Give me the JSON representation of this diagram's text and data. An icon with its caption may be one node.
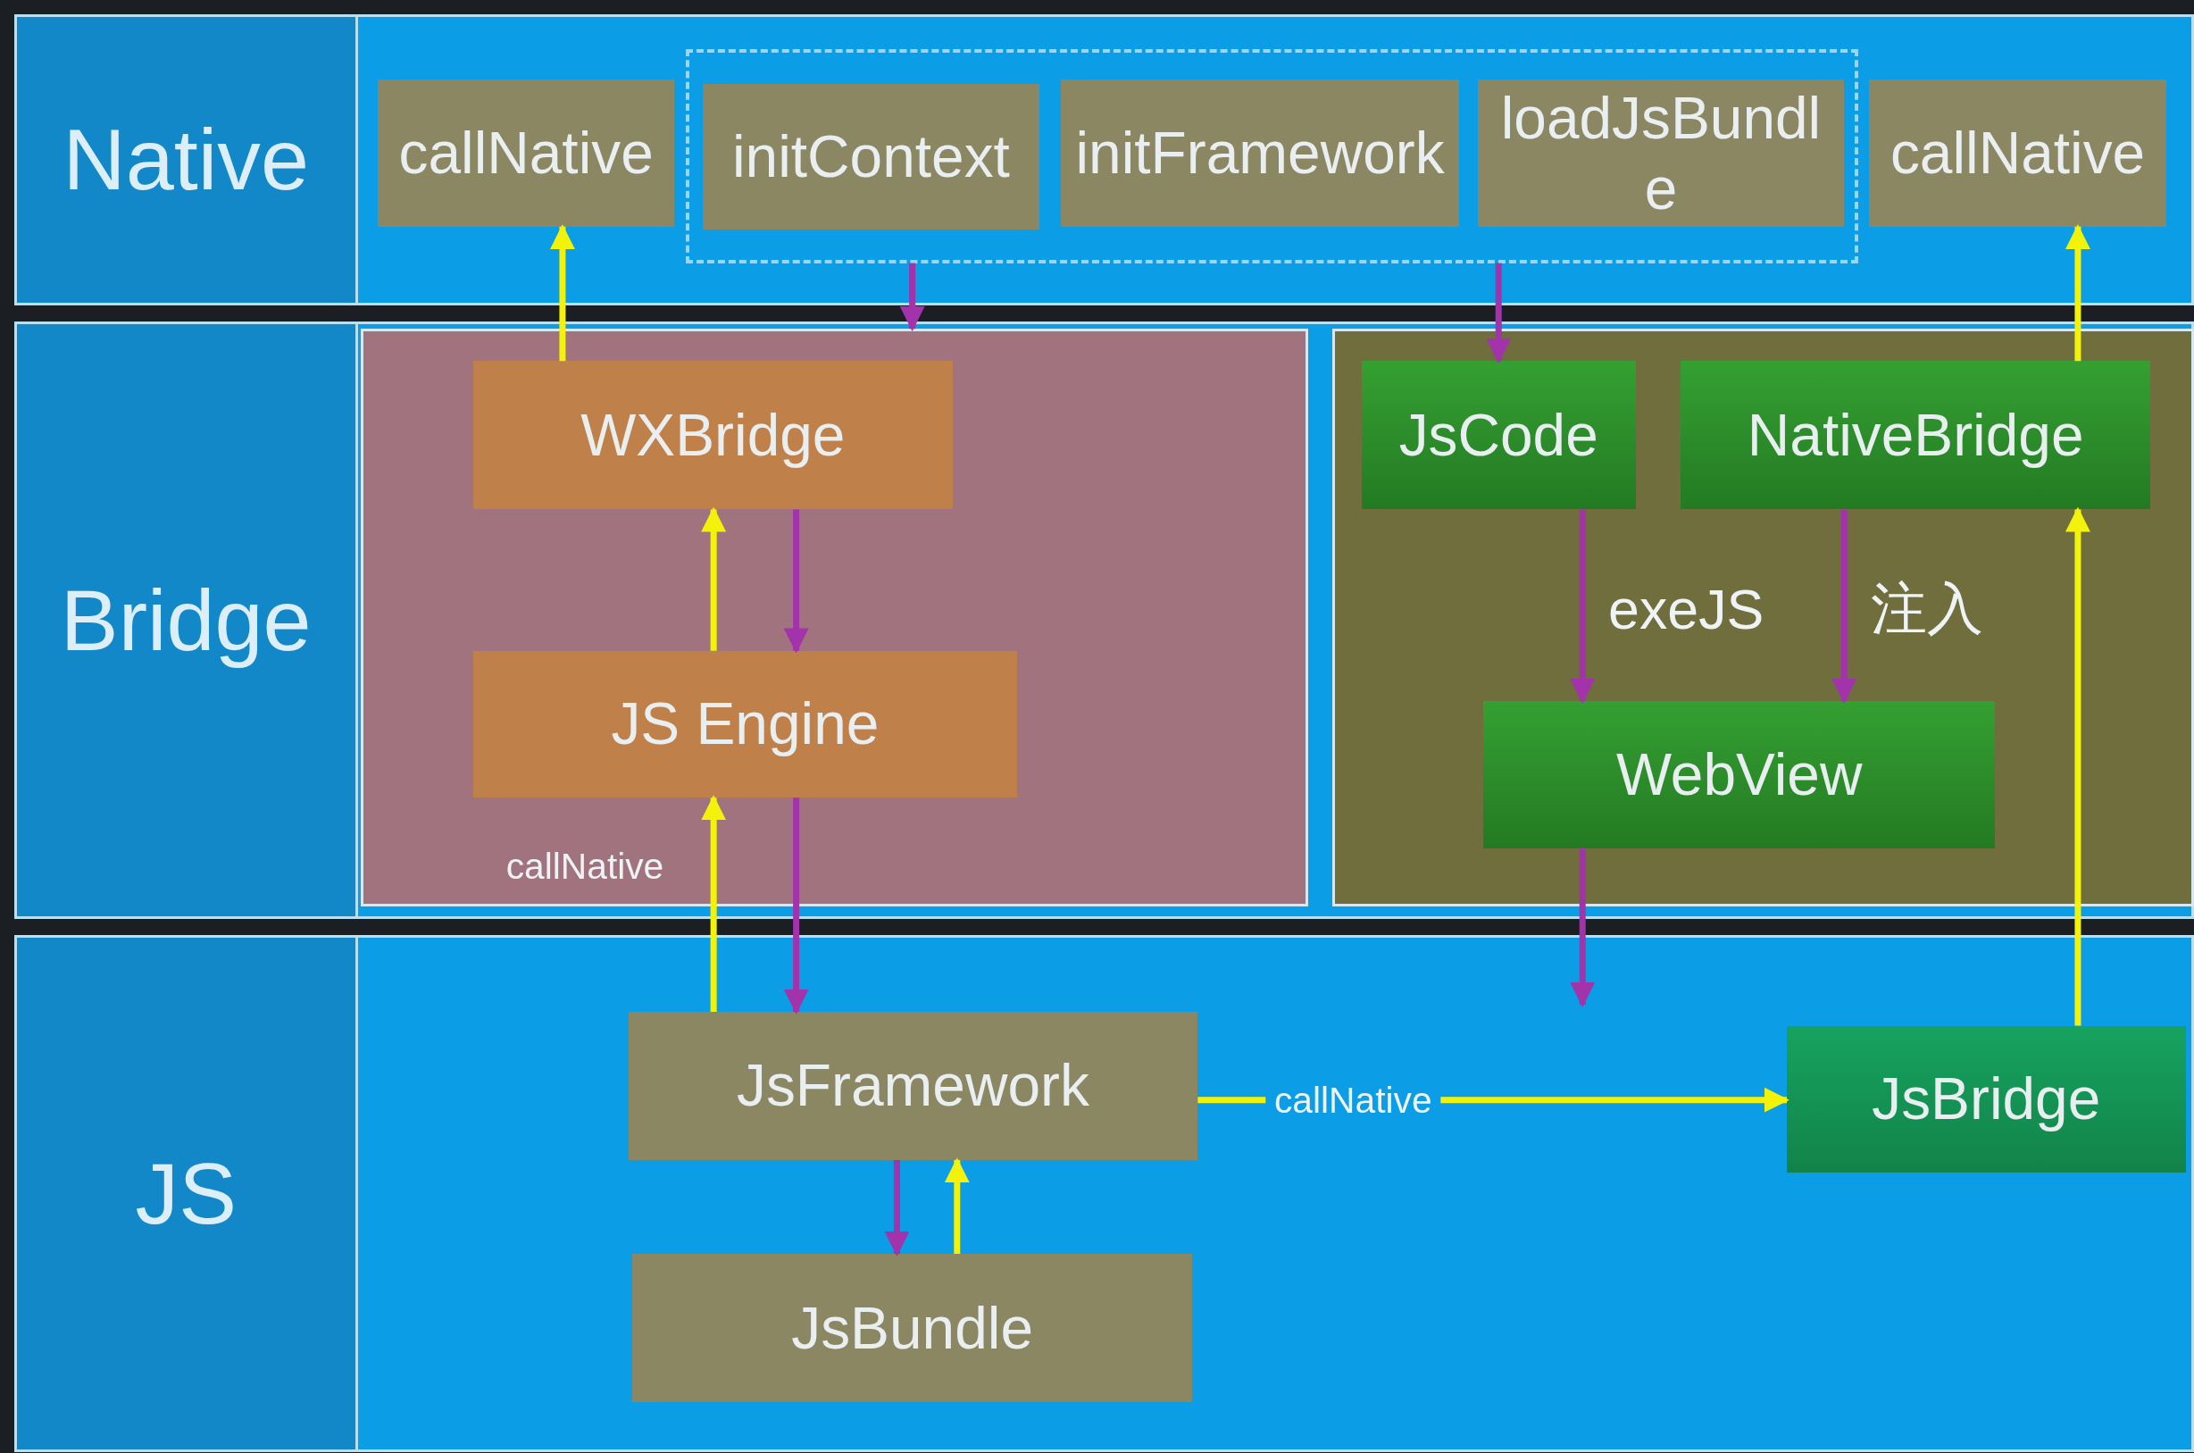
{
  "diagram": {
    "nodes": [
      {
        "text": [
          "Native"
        ]
      },
      {
        "text": [
          "callNative"
        ],
        "in": 0
      },
      {
        "text": [],
        "shape": "box",
        "in": 0
      },
      {
        "text": [
          "initContext"
        ],
        "in": 2
      },
      {
        "text": [
          "initFramework"
        ],
        "in": 2
      },
      {
        "text": [
          "loadJsBundle"
        ],
        "in": 2
      },
      {
        "text": [
          "callNative"
        ],
        "in": 0
      },
      {
        "text": [
          "Bridge"
        ]
      },
      {
        "text": [],
        "shape": "box",
        "in": 7
      },
      {
        "text": [
          "WXBridge"
        ],
        "in": 8
      },
      {
        "text": [
          "JS Engine"
        ],
        "in": 8
      },
      {
        "text": [],
        "shape": "box",
        "in": 7
      },
      {
        "text": [
          "JsCode"
        ],
        "in": 11
      },
      {
        "text": [
          "NativeBridge"
        ],
        "in": 11
      },
      {
        "text": [
          "WebView"
        ],
        "in": 11
      },
      {
        "text": [
          "JS"
        ]
      },
      {
        "text": [
          "JsFramework"
        ],
        "in": 15
      },
      {
        "text": [
          "JsBundle"
        ],
        "in": 15
      },
      {
        "text": [
          "JsBridge"
        ],
        "in": 15
      }
    ],
    "edges": [
      {
        "from": 9,
        "to": 1,
        "arrow": "to",
        "color": "#f2f20a"
      },
      {
        "from": 2,
        "to": 8,
        "arrow": "to"
      },
      {
        "from": 2,
        "to": 12,
        "arrow": "to"
      },
      {
        "from": 13,
        "to": 6,
        "arrow": "to",
        "color": "#f2f20a"
      },
      {
        "from": 10,
        "to": 9,
        "arrow": "to",
        "color": "#f2f20a"
      },
      {
        "from": 9,
        "to": 10,
        "arrow": "to"
      },
      {
        "from": 16,
        "to": 10,
        "arrow": "to",
        "label": "callNative",
        "color": "#f2f20a"
      },
      {
        "from": 10,
        "to": 16,
        "arrow": "to"
      },
      {
        "from": 12,
        "to": 14,
        "arrow": "to",
        "label": "exeJS"
      },
      {
        "from": 13,
        "to": 14,
        "arrow": "to",
        "label": "注入"
      },
      {
        "from": 14,
        "to": null,
        "arrow": "to"
      },
      {
        "from": 18,
        "to": 13,
        "arrow": "to",
        "color": "#f2f20a"
      },
      {
        "from": 16,
        "to": 18,
        "arrow": "to",
        "label": "callNative",
        "color": "#f2f20a"
      },
      {
        "from": 16,
        "to": 17,
        "arrow": "to"
      },
      {
        "from": 17,
        "to": 16,
        "arrow": "to",
        "color": "#f2f20a"
      }
    ]
  }
}
